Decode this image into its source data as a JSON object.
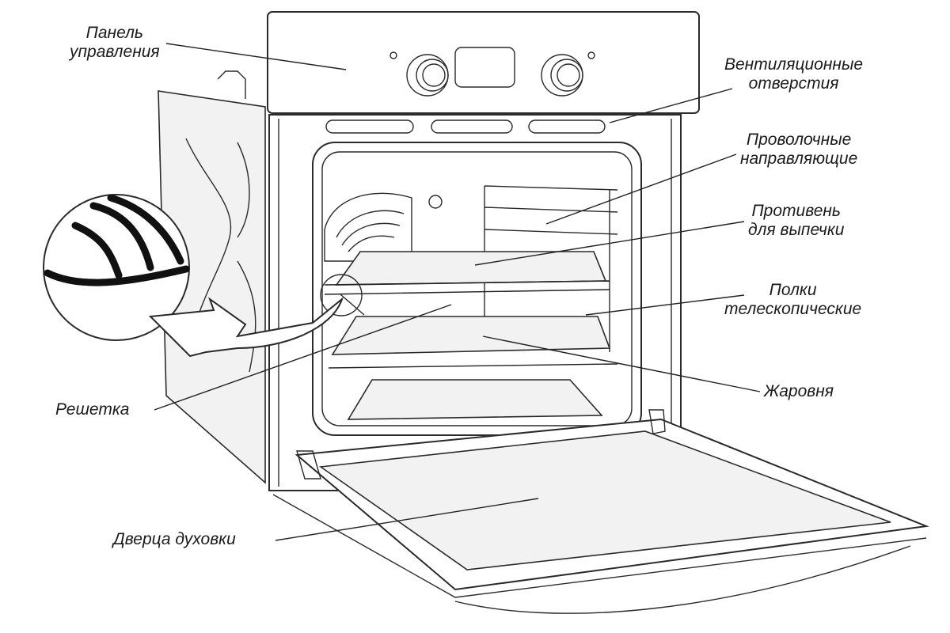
{
  "diagram": {
    "subject": "Built-in oven components",
    "labels": {
      "control_panel": [
        "Панель",
        "управления"
      ],
      "vents": [
        "Вентиляционные",
        "отверстия"
      ],
      "wire_guides": [
        "Проволочные",
        "направляющие"
      ],
      "baking_tray": [
        "Противень",
        "для выпечки"
      ],
      "telescopic_shelves": [
        "Полки",
        "телескопические"
      ],
      "roasting_pan": [
        "Жаровня"
      ],
      "grill_rack": [
        "Решетка"
      ],
      "oven_door": [
        "Дверца духовки"
      ]
    },
    "colors": {
      "line": "#222222",
      "background": "#ffffff",
      "surface": "#f2f2f2"
    }
  }
}
